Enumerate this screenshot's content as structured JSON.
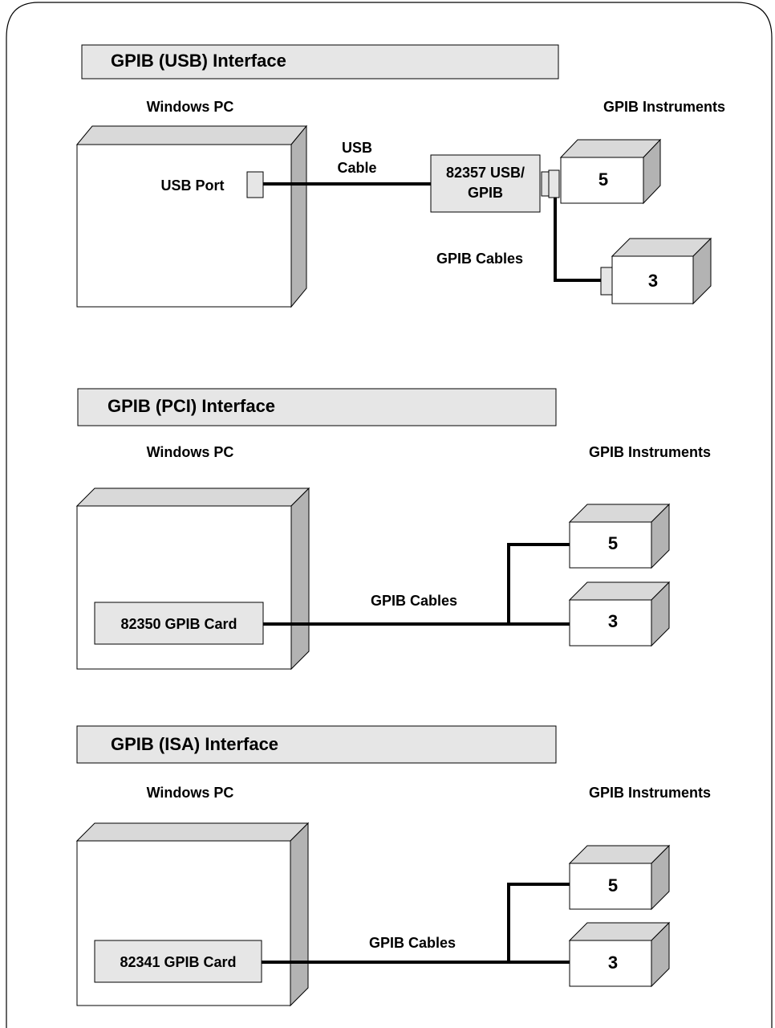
{
  "sections": [
    {
      "title": "GPIB (USB) Interface",
      "pc_label": "Windows PC",
      "instruments_label": "GPIB Instruments",
      "port_label": "USB Port",
      "cable_label_line1": "USB",
      "cable_label_line2": "Cable",
      "adapter_line1": "82357 USB/",
      "adapter_line2": "GPIB",
      "gpib_cables_label": "GPIB Cables",
      "instrument_a": "5",
      "instrument_b": "3"
    },
    {
      "title": "GPIB (PCI) Interface",
      "pc_label": "Windows PC",
      "instruments_label": "GPIB Instruments",
      "card_label": "82350 GPIB Card",
      "gpib_cables_label": "GPIB Cables",
      "instrument_a": "5",
      "instrument_b": "3"
    },
    {
      "title": "GPIB (ISA) Interface",
      "pc_label": "Windows PC",
      "instruments_label": "GPIB Instruments",
      "card_label": "82341 GPIB Card",
      "gpib_cables_label": "GPIB Cables",
      "instrument_a": "5",
      "instrument_b": "3"
    }
  ],
  "colors": {
    "title_bar": "#e6e6e6",
    "box_top": "#d9d9d9",
    "box_side": "#b3b3b3",
    "line": "#000000"
  }
}
